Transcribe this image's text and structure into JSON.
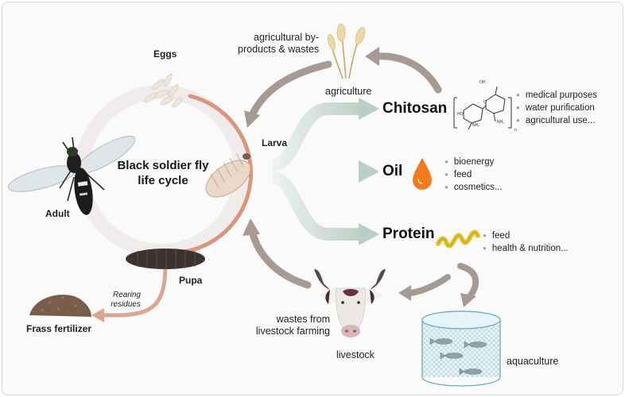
{
  "lifecycle": {
    "title_line1": "Black soldier fly",
    "title_line2": "life cycle",
    "stages": {
      "eggs": "Eggs",
      "larva": "Larva",
      "pupa": "Pupa",
      "adult": "Adult"
    },
    "rearing_residues_line1": "Rearing",
    "rearing_residues_line2": "residues",
    "frass": "Frass fertilizer"
  },
  "inputs": {
    "agri_wastes_line1": "agricultural by-",
    "agri_wastes_line2": "products & wastes",
    "agriculture": "agriculture",
    "livestock_wastes_line1": "wastes from",
    "livestock_wastes_line2": "livestock farming",
    "livestock": "livestock",
    "aquaculture": "aquaculture"
  },
  "products": {
    "chitosan": {
      "label": "Chitosan",
      "uses": [
        "medical purposes",
        "water purification",
        "agricultural use..."
      ]
    },
    "oil": {
      "label": "Oil",
      "uses": [
        "bioenergy",
        "feed",
        "cosmetics..."
      ]
    },
    "protein": {
      "label": "Protein",
      "uses": [
        "feed",
        "health & nutrition..."
      ]
    }
  },
  "colors": {
    "arrow_green": "#b9cfc5",
    "arrow_brown": "#a69a93",
    "lifecycle_orange": "#d9967c",
    "oil_drop": "#f07c1e",
    "protein_coil": "#e0c530"
  }
}
